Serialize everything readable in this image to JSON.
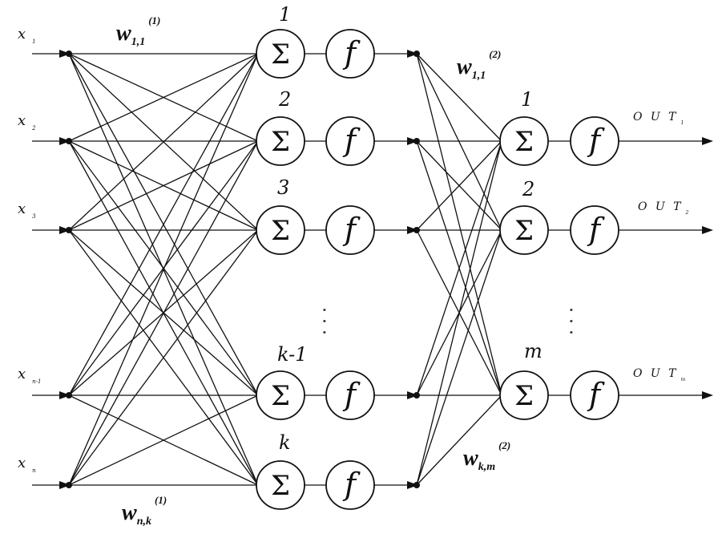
{
  "inputs": [
    {
      "main": "x",
      "sub": "1"
    },
    {
      "main": "x",
      "sub": "2"
    },
    {
      "main": "x",
      "sub": "3"
    },
    {
      "main": "x",
      "sub": "n-1"
    },
    {
      "main": "x",
      "sub": "n"
    }
  ],
  "hidden_labels": [
    "1",
    "2",
    "3",
    "k-1",
    "k"
  ],
  "output_labels": [
    "1",
    "2",
    "m"
  ],
  "sum_symbol": "Σ",
  "func_symbol": "f",
  "ellipsis": "· · ·",
  "outputs": [
    {
      "main": "O U T",
      "sub": "1"
    },
    {
      "main": "O U T",
      "sub": "2"
    },
    {
      "main": "O U T",
      "sub": "m"
    }
  ],
  "weights": {
    "w11_1": {
      "base": "w",
      "sub": "1,1",
      "sup": "(1)"
    },
    "wnk_1": {
      "base": "w",
      "sub": "n,k",
      "sup": "(1)"
    },
    "w11_2": {
      "base": "w",
      "sub": "1,1",
      "sup": "(2)"
    },
    "wkm_2": {
      "base": "w",
      "sub": "k,m",
      "sup": "(2)"
    }
  }
}
